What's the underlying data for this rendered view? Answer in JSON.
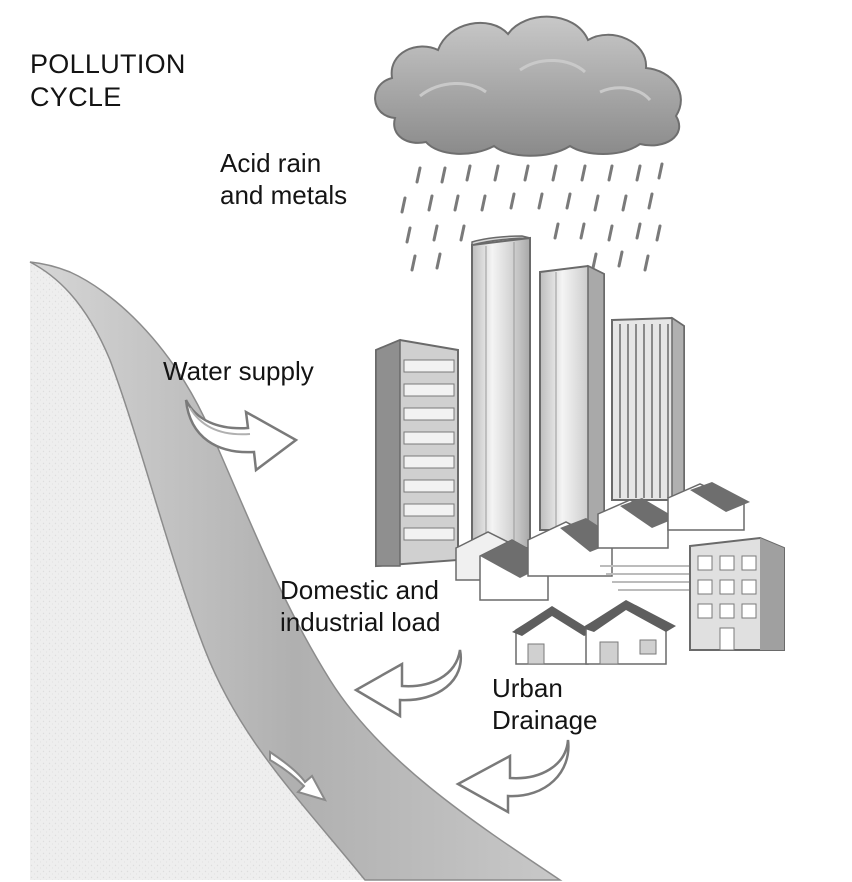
{
  "title": {
    "line1": "POLLUTION",
    "line2": "CYCLE"
  },
  "labels": {
    "acid_rain_line1": "Acid rain",
    "acid_rain_line2": "and metals",
    "water_supply": "Water supply",
    "domestic_line1": "Domestic and",
    "domestic_line2": "industrial load",
    "urban_line1": "Urban",
    "urban_line2": "Drainage"
  },
  "colors": {
    "background": "#ffffff",
    "cloud": "#9a9a9a",
    "river": "#bdbdbd",
    "bank": "#ededed",
    "building": "#cfcfcf",
    "roof": "#6e6e6e",
    "arrow_fill": "#ffffff",
    "arrow_stroke": "#7a7a7a"
  },
  "icons": [
    "cloud-icon",
    "rain-icon",
    "building-icon",
    "house-icon",
    "arrow-icon",
    "river-icon"
  ]
}
